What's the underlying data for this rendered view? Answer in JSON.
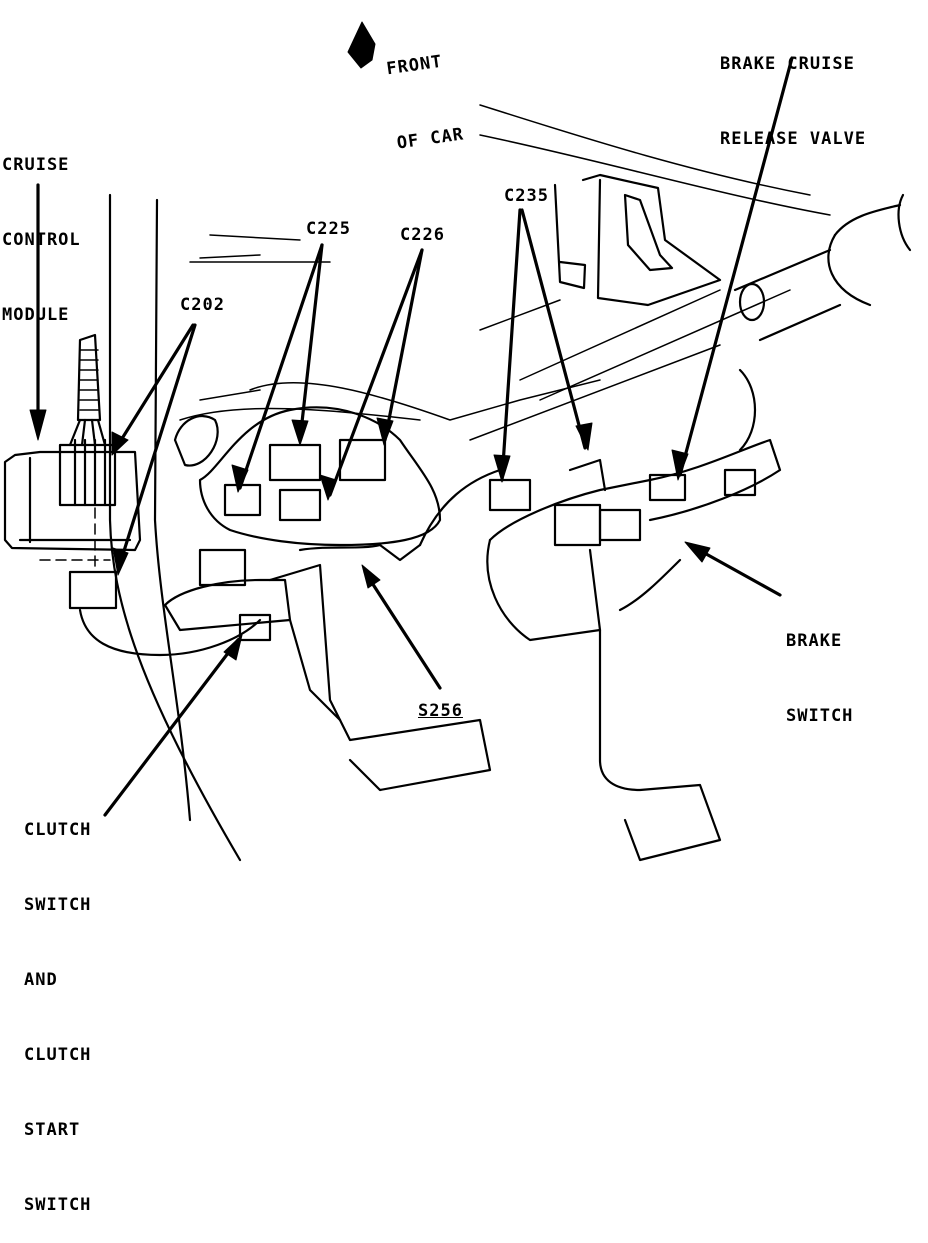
{
  "diagram": {
    "type": "component-location-line-art",
    "subject": "Cruise control and pedal switch wiring under dash",
    "colors": {
      "ink": "#000000",
      "paper": "#ffffff"
    }
  },
  "labels": {
    "front_of_car": [
      "FRONT",
      "OF CAR"
    ],
    "brake_cruise_release_valve": [
      "BRAKE CRUISE",
      "RELEASE VALVE"
    ],
    "cruise_control_module": [
      "CRUISE",
      "CONTROL",
      "MODULE"
    ],
    "c225": "C225",
    "c226": "C226",
    "c202": "C202",
    "c235": "C235",
    "s256": "S256",
    "brake_switch": [
      "BRAKE",
      "SWITCH"
    ],
    "clutch_switch": [
      "CLUTCH",
      "SWITCH",
      "AND",
      "CLUTCH",
      "START",
      "SWITCH"
    ]
  },
  "icons": {
    "front_arrow": "arrow-pointing-front-of-car"
  }
}
